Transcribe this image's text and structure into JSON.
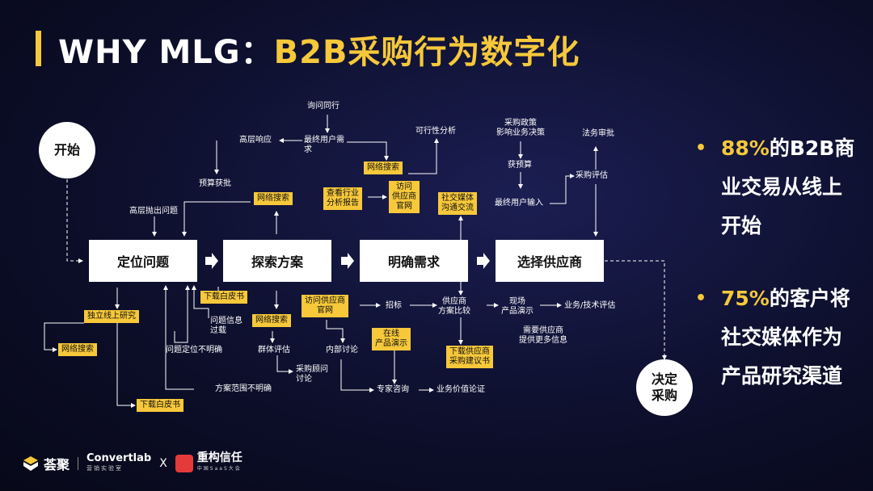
{
  "title": {
    "prefix": "WHY MLG：",
    "highlight": "B2B采购行为数字化"
  },
  "start": "开始",
  "end_line1": "决定",
  "end_line2": "采购",
  "stages": [
    "定位问题",
    "探索方案",
    "明确需求",
    "选择供应商"
  ],
  "labels": {
    "xunwen": "询问同行",
    "zuizhong_line1": "最终用户需",
    "zuizhong_line2": "求",
    "gaoceng": "高层响应",
    "yusuan": "预算获批",
    "gaocengpaochu": "高层抛出问题",
    "kexing": "可行性分析",
    "caigouzhengce_line1": "采购政策",
    "caigouzhengce_line2": "影响业务决策",
    "huoyusuan": "获预算",
    "zuizhongshuru": "最终用户输入",
    "fawu": "法务审批",
    "caigoupinggu": "采购评估",
    "wentixinxi_line1": "问题信息",
    "wentixinxi_line2": "过载",
    "wentidingwei": "问题定位不明确",
    "fanwei": "方案范围不明确",
    "qunti": "群体评估",
    "caigouguwen_line1": "采购顾问",
    "caigouguwen_line2": "讨论",
    "neibu": "内部讨论",
    "zhaobiao": "招标",
    "gongyingshangbijiao_line1": "供应商",
    "gongyingshangbijiao_line2": "方案比较",
    "xianchang_line1": "现场",
    "xianchang_line2": "产品演示",
    "yewupinggu": "业务/技术评估",
    "xuyao_line1": "需要供应商",
    "xuyao_line2": "提供更多信息",
    "zhuanjia": "专家咨询",
    "yewujiazhi": "业务价值论证"
  },
  "tags": {
    "wangluo1": "网络搜索",
    "wangluo2": "网络搜索",
    "hangye_line1": "查看行业",
    "hangye_line2": "分析报告",
    "fangwen_line1": "访问",
    "fangwen_line2": "供应商",
    "fangwen_line3": "官网",
    "shejiao_line1": "社交媒体",
    "shejiao_line2": "沟通交流",
    "duli": "独立线上研究",
    "wangluo3": "网络搜索",
    "xiazai1": "下载白皮书",
    "xiazai2": "下载白皮书",
    "fangwen2_line1": "访问供应商",
    "fangwen2_line2": "官网",
    "wangluo4": "网络搜索",
    "zaixian_line1": "在线",
    "zaixian_line2": "产品演示",
    "xiazai3_line1": "下载供应商",
    "xiazai3_line2": "采购建议书"
  },
  "bullets": [
    {
      "pct": "88%",
      "text1": "的B2B商",
      "text2": "业交易从线上",
      "text3": "开始"
    },
    {
      "pct": "75%",
      "text1": "的客户将",
      "text2": "社交媒体作为",
      "text3": "产品研究渠道"
    }
  ],
  "footer": {
    "brand1": "荟聚",
    "brand2": "Convertlab",
    "brand2_sub": "营销实验室",
    "x": "X",
    "brand3": "重构信任",
    "brand3_sub": "中国SaaS大会"
  },
  "colors": {
    "accent": "#f6c83a",
    "background": "#0d0f2c"
  }
}
